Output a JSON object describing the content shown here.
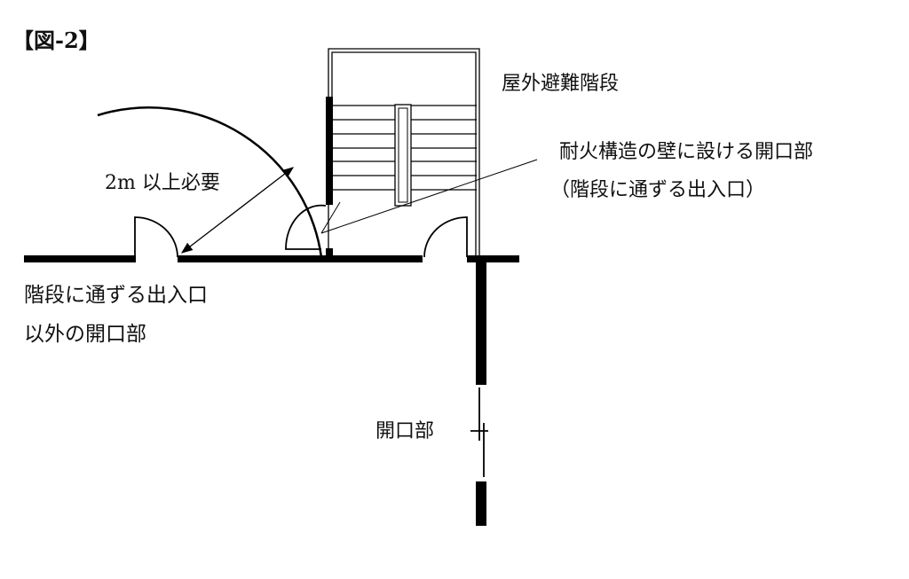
{
  "figure_label": "【図-2】",
  "labels": {
    "outdoor_stair": "屋外避難階段",
    "fire_wall_opening": "耐火構造の壁に設ける開口部",
    "fire_wall_opening_note": "（階段に通ずる出入口）",
    "clearance": "2m 以上必要",
    "other_opening_line1": "階段に通ずる出入口",
    "other_opening_line2": "以外の開口部",
    "opening": "開口部"
  }
}
